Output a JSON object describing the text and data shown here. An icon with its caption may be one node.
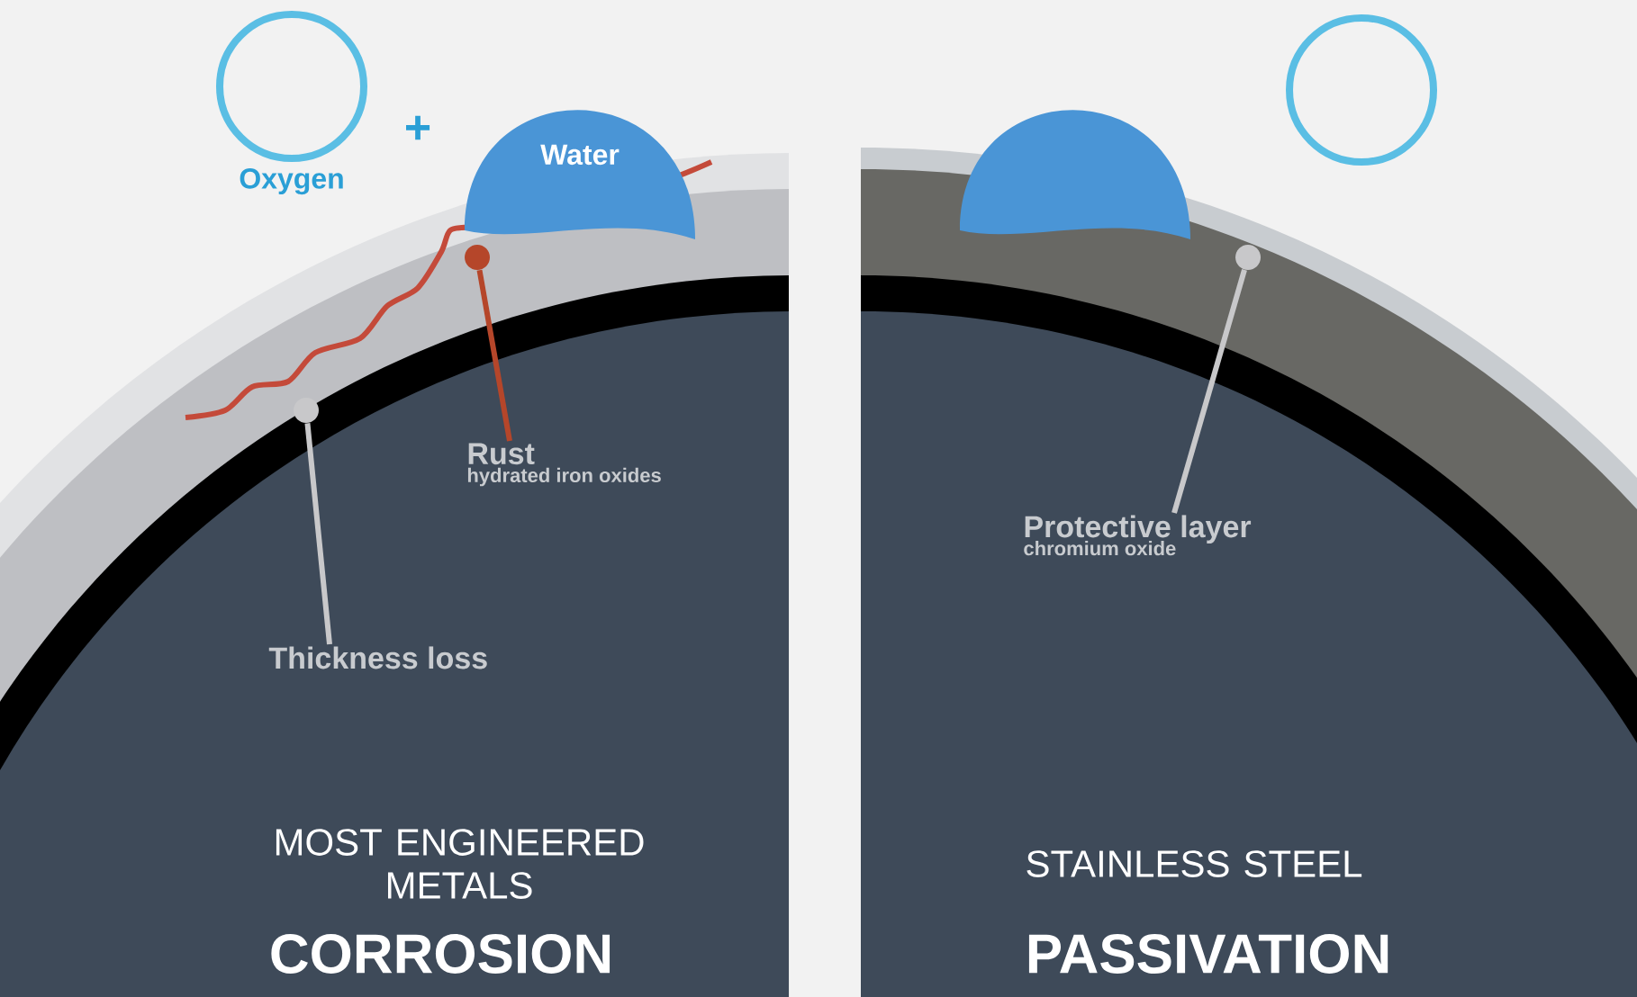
{
  "diagram": {
    "nodes": [
      {
        "text": [
          "Oxygen"
        ]
      },
      {
        "text": [
          "Water"
        ]
      },
      {
        "text": [
          "Rust",
          "hydrated iron oxides"
        ]
      },
      {
        "text": [
          "Thickness loss"
        ]
      },
      {
        "text": [],
        "shape": "drop"
      },
      {
        "text": [],
        "shape": "circle"
      },
      {
        "text": [
          "Protective layer",
          "chromium oxide"
        ]
      },
      {
        "text": [],
        "shape": "circle"
      },
      {
        "text": [],
        "shape": "circle"
      },
      {
        "text": [],
        "shape": "circle"
      }
    ],
    "edges": [
      {
        "from": 2,
        "to": 7,
        "arrow": "none",
        "color": "#b5462a"
      },
      {
        "from": 3,
        "to": 8,
        "arrow": "none"
      },
      {
        "from": 6,
        "to": 9,
        "arrow": "none"
      }
    ],
    "labels": [
      "+",
      "MOST ENGINEERED METALS",
      "CORROSION",
      "STAINLESS STEEL",
      "PASSIVATION"
    ]
  }
}
